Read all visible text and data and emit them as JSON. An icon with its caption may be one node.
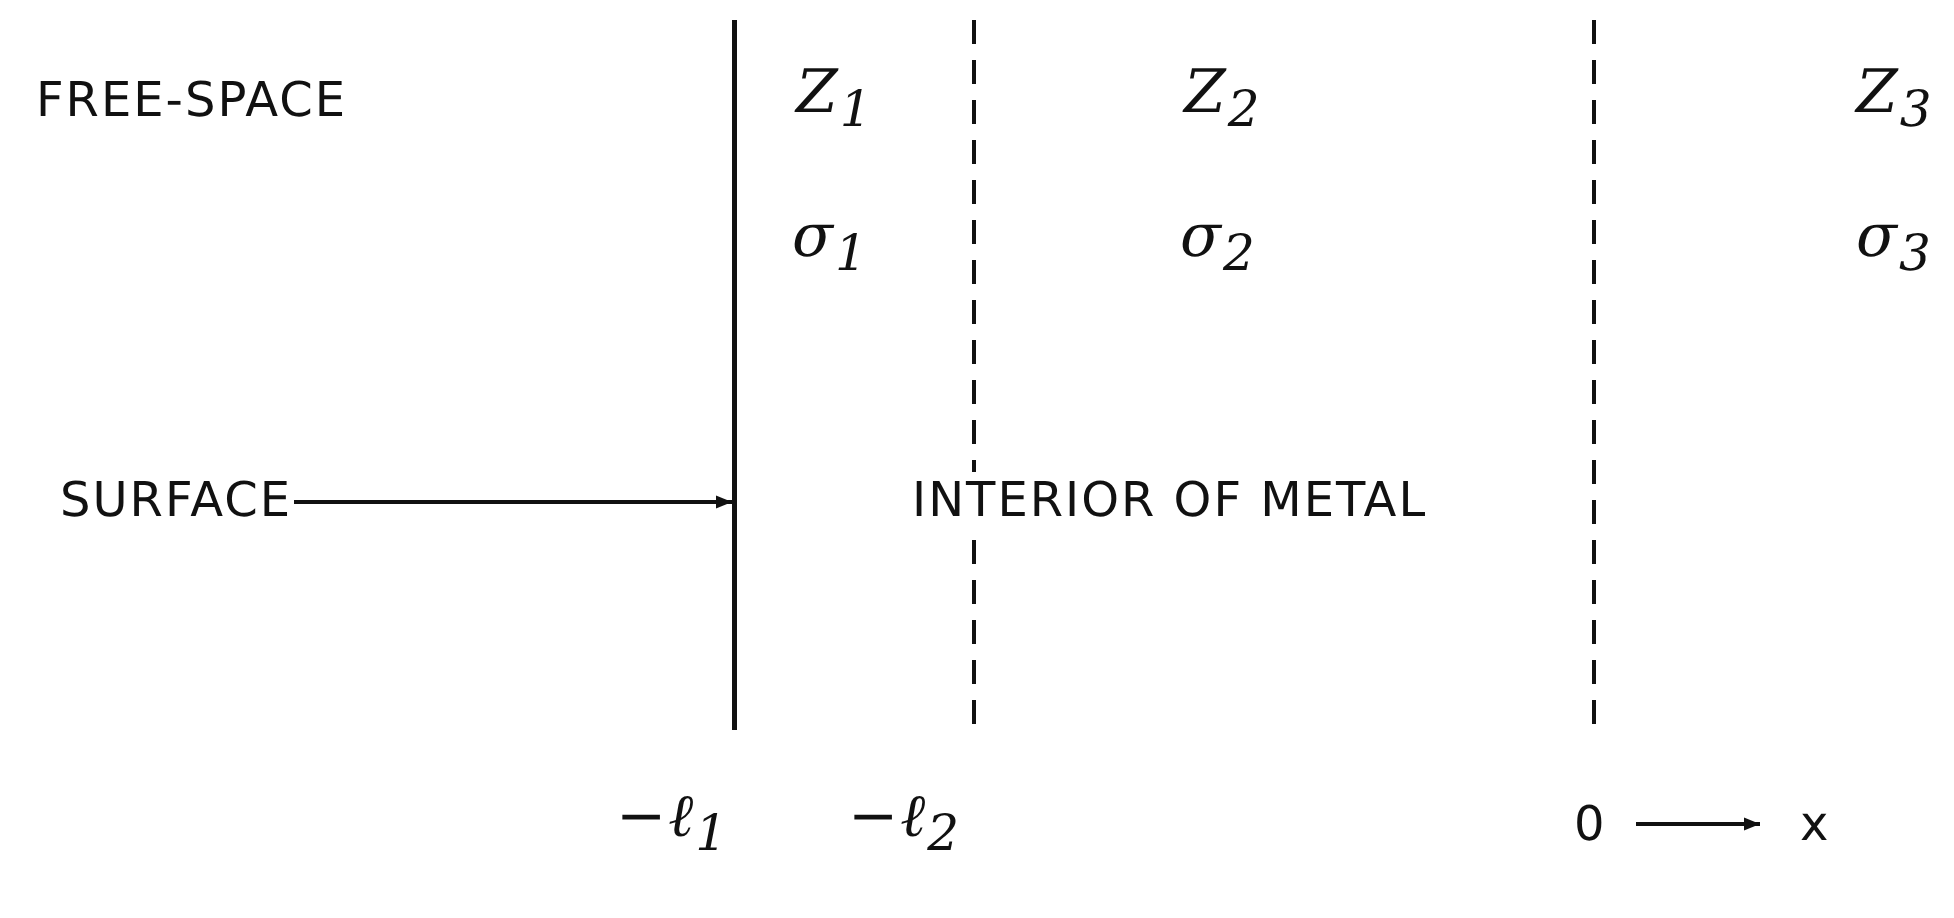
{
  "diagram": {
    "nodes": [
      {
        "text": [
          "SURFACE"
        ]
      },
      {
        "text": [],
        "shape": "line"
      }
    ],
    "edges": [
      {
        "from": 0,
        "to": 1,
        "arrow": "to"
      }
    ],
    "labels": [
      "FREE-SPACE",
      "Z$_{1}$",
      "Z$_{2}$",
      "Z$_{3}$",
      "σ$_{1}$",
      "σ$_{2}$",
      "σ$_{3}$",
      "INTERIOR OF METAL",
      "−ℓ$_{1}$",
      "−ℓ$_{2}$",
      "0",
      "x"
    ]
  }
}
